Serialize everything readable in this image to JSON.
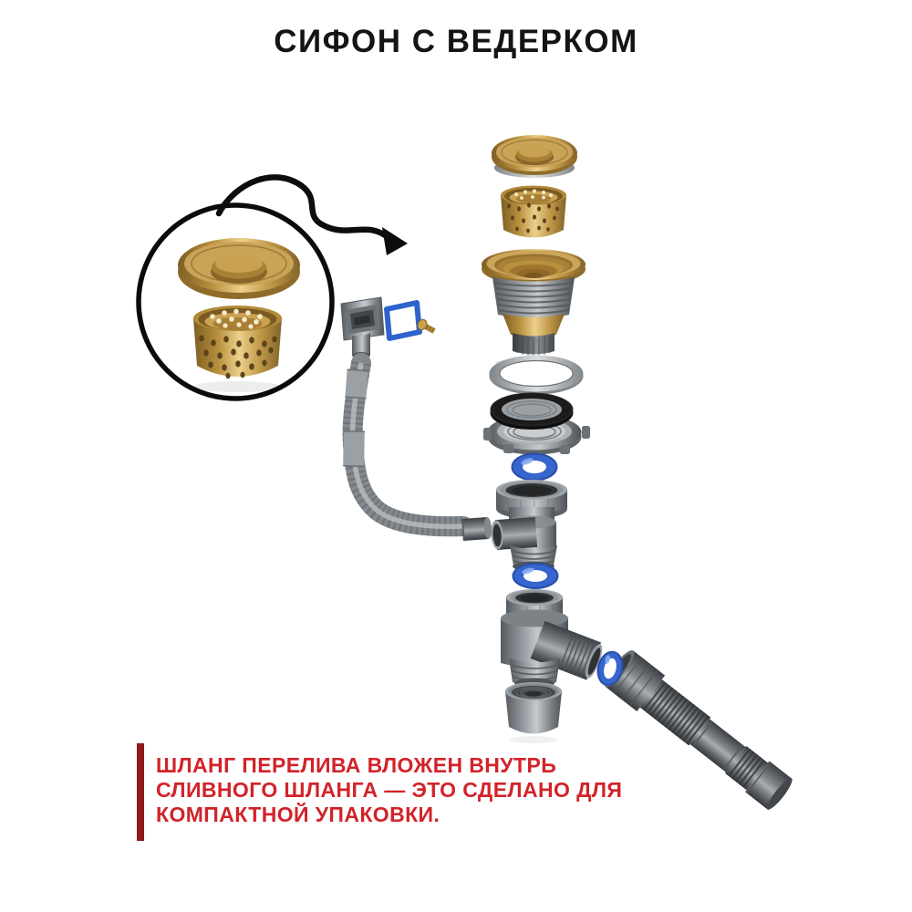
{
  "title": {
    "text": "СИФОН С ВЕДЕРКОМ",
    "color": "#141414"
  },
  "annotation": {
    "bar_color": "#8e1b1b",
    "text_color": "#d2232a",
    "lines": [
      "ШЛАНГ ПЕРЕЛИВА ВЛОЖЕН ВНУТРЬ",
      "СЛИВНОГО ШЛАНГА — ЭТО СДЕЛАНО ДЛЯ",
      "КОМПАКТНОЙ УПАКОВКИ."
    ]
  },
  "diagram": {
    "inset_parts": [
      "brass-strainer-cap",
      "brass-strainer-basket"
    ],
    "exploded_parts": [
      "brass-strainer-cap",
      "brass-strainer-basket",
      "brass-drain-bowl",
      "metal-friction-washer",
      "black-rubber-gasket",
      "plastic-lock-nut",
      "blue-o-ring-top",
      "overflow-spigot",
      "blue-square-gasket",
      "brass-screw",
      "overflow-corrugated-hose",
      "tee-branch-body",
      "blue-o-ring-middle",
      "siphon-body",
      "blue-o-ring-outlet",
      "drain-corrugated-hose",
      "sediment-cup"
    ],
    "colors": {
      "brass": "#c49a47",
      "plastic_gray": "#8a8f93",
      "hose_dark_gray": "#4a4e52",
      "o_ring_blue": "#3565cd",
      "gasket_black": "#1e1e1e",
      "arrow_black": "#0d0d0d"
    }
  }
}
